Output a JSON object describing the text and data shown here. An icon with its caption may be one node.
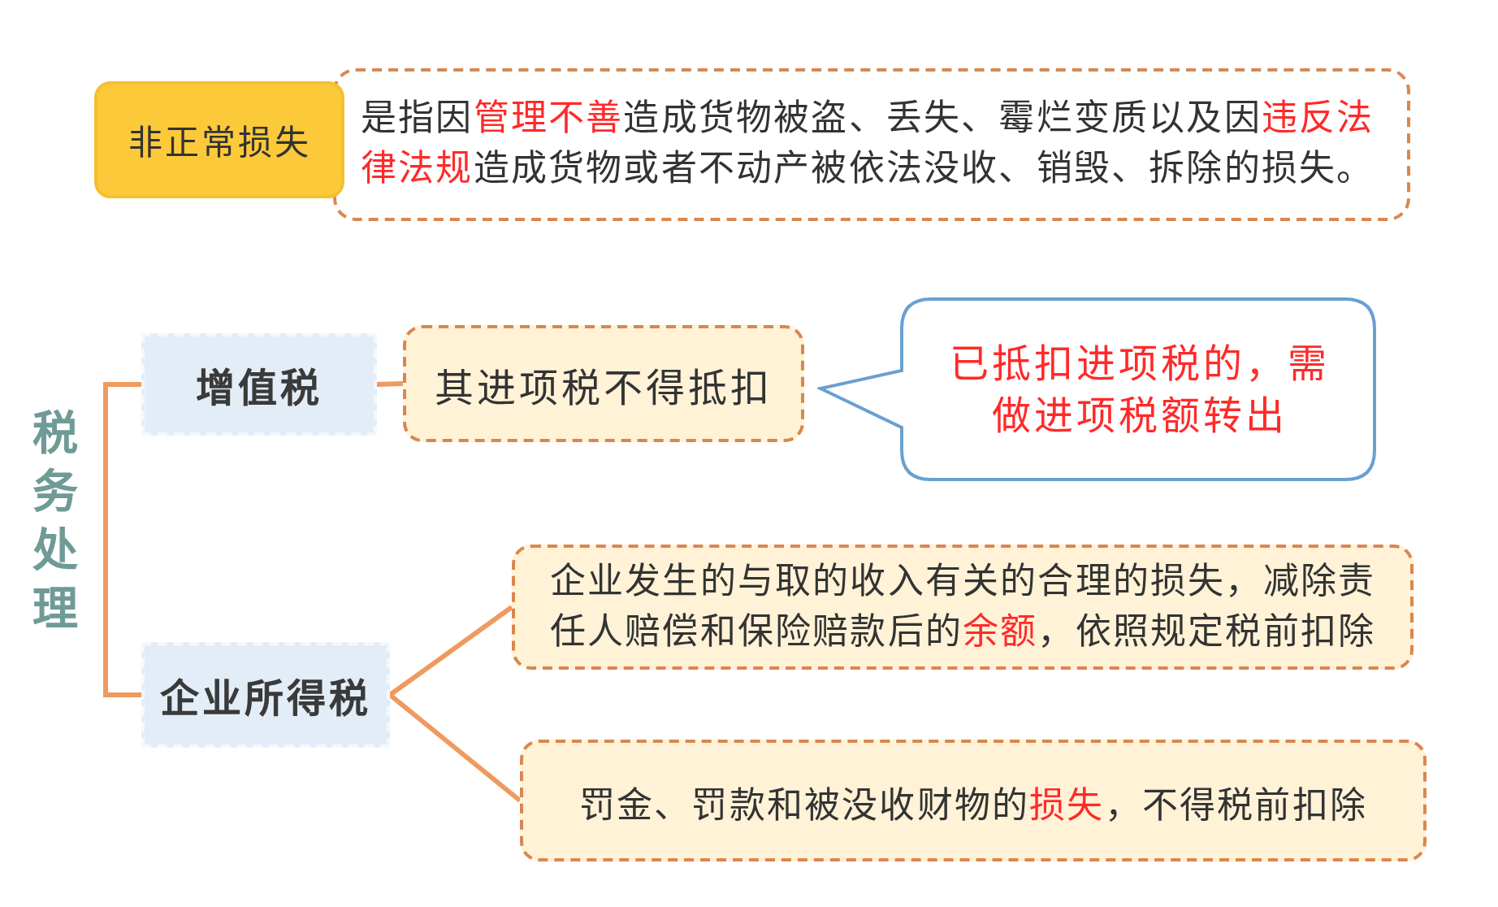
{
  "diagram": {
    "nodes": [
      {
        "text": [
          "非正常损失"
        ]
      },
      {
        "text": [
          "是指因**管理不善**造成货物被盗、丢失、霉烂变质以及因**违反法律法规**造成货物或者不动产被依法没收、销毁、拆除的损失。"
        ]
      },
      {
        "text": [
          "税务处理"
        ]
      },
      {
        "text": [
          "增值税"
        ]
      },
      {
        "text": [
          "其进项税不得抵扣"
        ]
      },
      {
        "text": [
          "已抵扣进项税的，需做进项税额转出"
        ]
      },
      {
        "text": [
          "企业所得税"
        ]
      },
      {
        "text": [
          "企业发生的与取的收入有关的合理的损失，减除责任人赔偿和保险赔款后的**余额**，依照规定税前扣除"
        ]
      },
      {
        "text": [
          "罚金、罚款和被没收财物的**损失**，不得税前扣除"
        ]
      }
    ],
    "edges": [
      {
        "from": 2,
        "to": 3,
        "arrow": "none"
      },
      {
        "from": 2,
        "to": 6,
        "arrow": "none"
      },
      {
        "from": 3,
        "to": 4,
        "arrow": "none"
      },
      {
        "from": 6,
        "to": 7,
        "arrow": "none"
      },
      {
        "from": 6,
        "to": 8,
        "arrow": "none"
      }
    ]
  }
}
